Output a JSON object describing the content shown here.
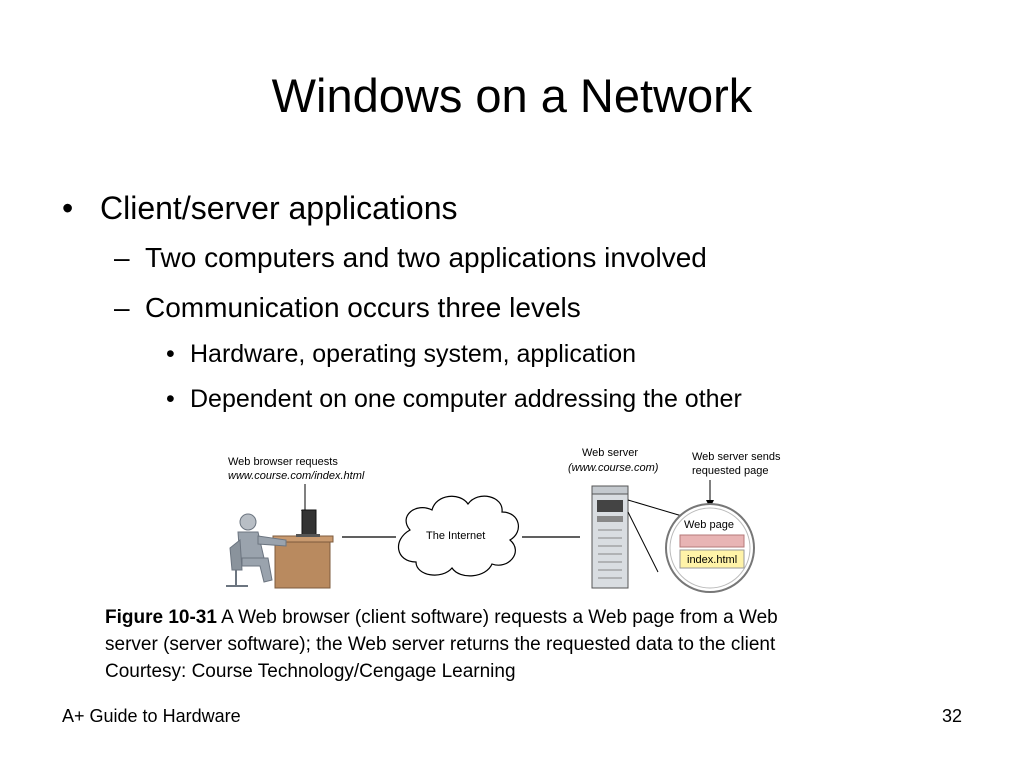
{
  "slide": {
    "title": "Windows on a Network",
    "bullets": {
      "b1": "Client/server applications",
      "b1_1": "Two computers and two applications involved",
      "b1_2": "Communication occurs three levels",
      "b1_2_1": "Hardware, operating system, application",
      "b1_2_2": "Dependent on one computer addressing the other"
    },
    "markers": {
      "bullet": "•",
      "dash": "–"
    }
  },
  "figure": {
    "client_label_1": "Web browser requests",
    "client_label_2": "www.course.com/index.html",
    "internet_label": "The Internet",
    "server_label_1": "Web server",
    "server_label_2": "(www.course.com)",
    "sends_label_1": "Web server sends",
    "sends_label_2": "requested page",
    "webpage_label": "Web page",
    "file_label": "index.html"
  },
  "caption": {
    "figure_ref": "Figure 10-31",
    "line1": " A Web browser (client software) requests a Web page from a Web",
    "line2": "server (server software); the Web server returns the requested data to the client",
    "line3": "Courtesy: Course Technology/Cengage Learning"
  },
  "footer": {
    "left": "A+ Guide to Hardware",
    "page_number": "32"
  },
  "colors": {
    "desk": "#b98a5f",
    "person": "#9aa3ad",
    "server": "#d9dde1",
    "file_highlight": "#fff3a8",
    "file_bar": "#e8b4b4"
  }
}
